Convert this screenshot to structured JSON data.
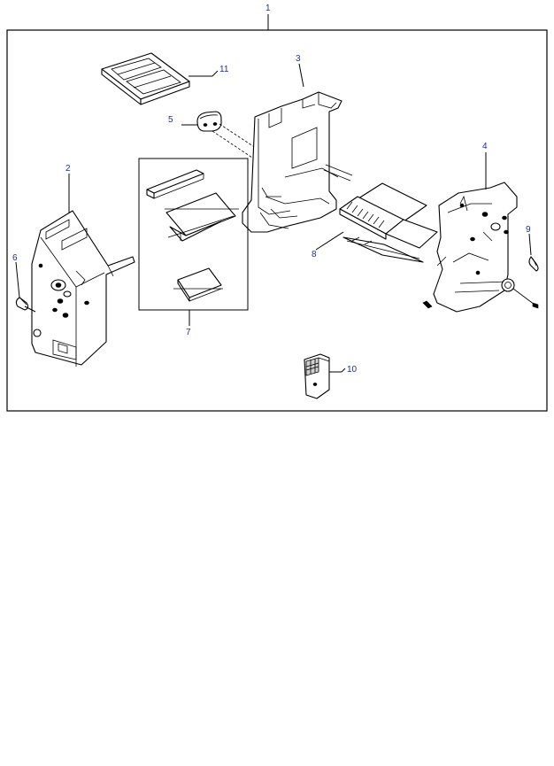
{
  "diagram": {
    "callouts": [
      {
        "id": "1",
        "text": "1"
      },
      {
        "id": "2",
        "text": "2"
      },
      {
        "id": "3",
        "text": "3"
      },
      {
        "id": "4",
        "text": "4"
      },
      {
        "id": "5",
        "text": "5"
      },
      {
        "id": "6",
        "text": "6"
      },
      {
        "id": "7",
        "text": "7"
      },
      {
        "id": "8",
        "text": "8"
      },
      {
        "id": "9",
        "text": "9"
      },
      {
        "id": "10",
        "text": "10"
      },
      {
        "id": "11",
        "text": "11"
      }
    ],
    "colors": {
      "callout_text": "#1f2f9e",
      "line": "#000000",
      "background": "#ffffff"
    }
  }
}
